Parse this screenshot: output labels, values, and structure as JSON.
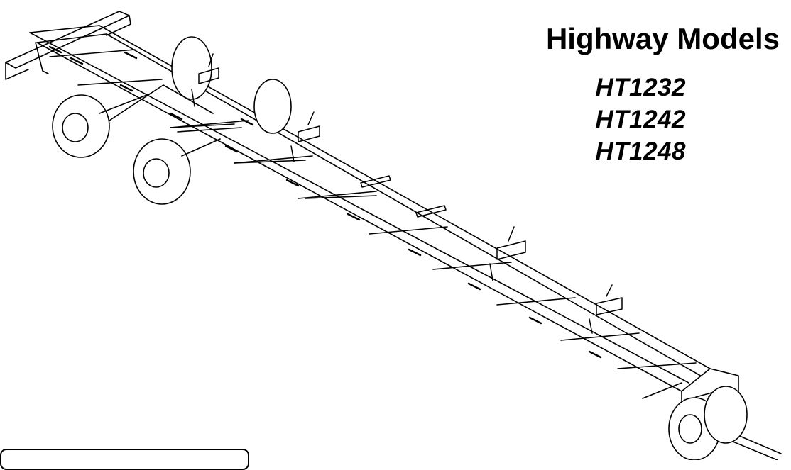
{
  "title": "Highway Models",
  "models": [
    "HT1232",
    "HT1242",
    "HT1248"
  ]
}
